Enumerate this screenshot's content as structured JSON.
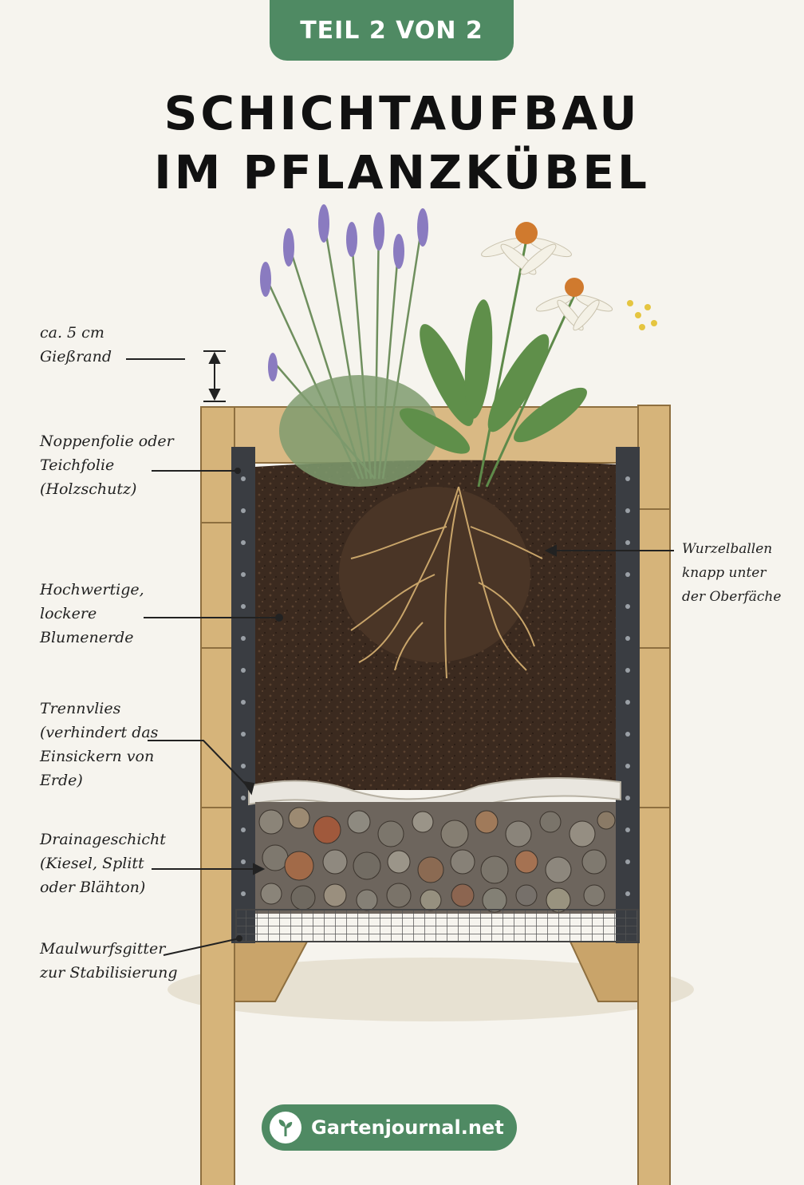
{
  "badge": "TEIL 2 VON 2",
  "title_line1": "SCHICHTAUFBAU",
  "title_line2": "IM PFLANZKÜBEL",
  "labels": {
    "giessrand": [
      "ca. 5 cm",
      "Gießrand"
    ],
    "folie": [
      "Noppenfolie oder",
      "Teichfolie",
      "(Holzschutz)"
    ],
    "erde": [
      "Hochwertige,",
      "lockere",
      "Blumenerde"
    ],
    "vlies": [
      "Trennvlies",
      "(verhindert das",
      "Einsickern von",
      "Erde)"
    ],
    "drainage": [
      "Drainageschicht",
      "(Kiesel, Splitt",
      "oder Blähton)"
    ],
    "gitter": [
      "Maulwurfsgitter",
      "zur Stabilisierung"
    ],
    "wurzel": [
      "Wurzelballen",
      "knapp unter",
      "der Oberfäche"
    ]
  },
  "footer": {
    "text": "Gartenjournal.net",
    "logo_icon": "sprout-logo-icon"
  },
  "colors": {
    "brand_green": "#4f8a63",
    "wood": "#d6b47a",
    "soil": "#3b2a1f",
    "liner": "#3a3d42"
  }
}
